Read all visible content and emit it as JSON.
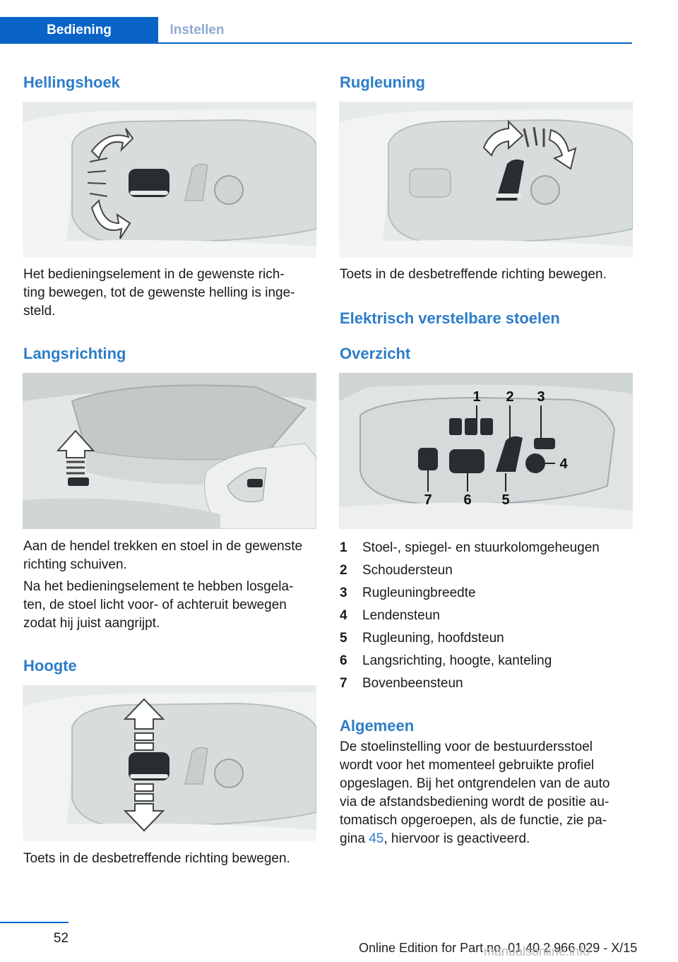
{
  "header": {
    "tab_active": "Bediening",
    "tab_inactive": "Instellen"
  },
  "left": {
    "h_hellingshoek": "Hellingshoek",
    "p_hellingshoek": [
      "Het bedieningselement in de gewenste rich‐",
      "ting bewegen, tot de gewenste helling is inge‐",
      "steld."
    ],
    "h_langsrichting": "Langsrichting",
    "p_langs1": [
      "Aan de hendel trekken en stoel in de gewenste",
      "richting schuiven."
    ],
    "p_langs2": [
      "Na het bedieningselement te hebben losgela‐",
      "ten, de stoel licht voor- of achteruit bewegen",
      "zodat hij juist aangrijpt."
    ],
    "h_hoogte": "Hoogte",
    "p_hoogte": "Toets in de desbetreffende richting bewegen."
  },
  "right": {
    "h_rugleuning": "Rugleuning",
    "p_rugleuning": "Toets in de desbetreffende richting bewegen.",
    "h_elektrisch": "Elektrisch verstelbare stoelen",
    "h_overzicht": "Overzicht",
    "callouts": [
      "1",
      "2",
      "3",
      "4",
      "5",
      "6",
      "7"
    ],
    "items": [
      {
        "num": "1",
        "label": "Stoel-, spiegel- en stuurkolomgeheugen"
      },
      {
        "num": "2",
        "label": "Schoudersteun"
      },
      {
        "num": "3",
        "label": "Rugleuningbreedte"
      },
      {
        "num": "4",
        "label": "Lendensteun"
      },
      {
        "num": "5",
        "label": "Rugleuning, hoofdsteun"
      },
      {
        "num": "6",
        "label": "Langsrichting, hoogte, kanteling"
      },
      {
        "num": "7",
        "label": "Bovenbeensteun"
      }
    ],
    "h_algemeen": "Algemeen",
    "p_algemeen": [
      "De stoelinstelling voor de bestuurdersstoel",
      "wordt voor het momenteel gebruikte profiel",
      "opgeslagen. Bij het ontgrendelen van de auto",
      "via de afstandsbediening wordt de positie au‐",
      "tomatisch opgeroepen, als de functie, zie pa‐"
    ],
    "p_algemeen_last_pre": "gina ",
    "p_algemeen_link": "45",
    "p_algemeen_last_post": ", hiervoor is geactiveerd."
  },
  "footer": {
    "page_number": "52",
    "edition": "Online Edition for Part no. 01 40 2 966 029 - X/15",
    "watermark": "manualsonline.info"
  }
}
